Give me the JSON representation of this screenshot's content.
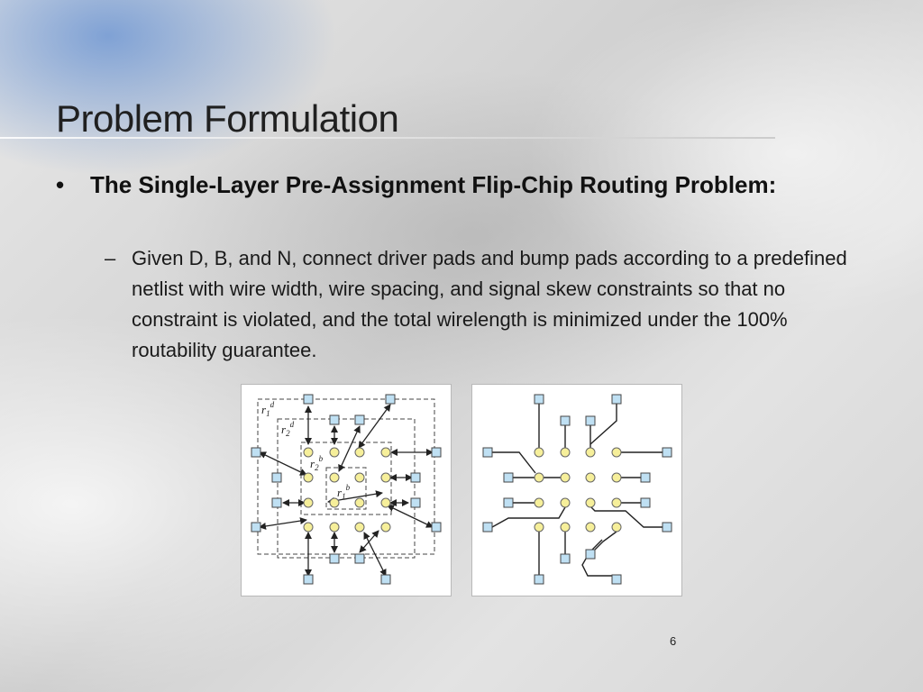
{
  "slide": {
    "title": "Problem Formulation",
    "bullet_symbol": "•",
    "bullet": "The Single-Layer Pre-Assignment Flip-Chip Routing Problem:",
    "sub_symbol": "–",
    "sub_bullet": "Given D, B, and N, connect driver pads and bump pads according to a predefined netlist with wire width, wire spacing, and signal skew constraints so that no constraint is violated, and the total wirelength is minimized under the 100% routability guarantee.",
    "page_number": "6"
  },
  "figure_left": {
    "labels": {
      "r1d_base": "r",
      "r1d_sub": "1",
      "r1d_sup": "d",
      "r2d_base": "r",
      "r2d_sub": "2",
      "r2d_sup": "d",
      "r2b_base": "r",
      "r2b_sub": "2",
      "r2b_sup": "b",
      "r1b_base": "r",
      "r1b_sub": "1",
      "r1b_sup": "b"
    }
  },
  "colors": {
    "bump_fill": "#f6ef9a",
    "pad_fill": "#bfe0f3",
    "stroke": "#222222"
  }
}
